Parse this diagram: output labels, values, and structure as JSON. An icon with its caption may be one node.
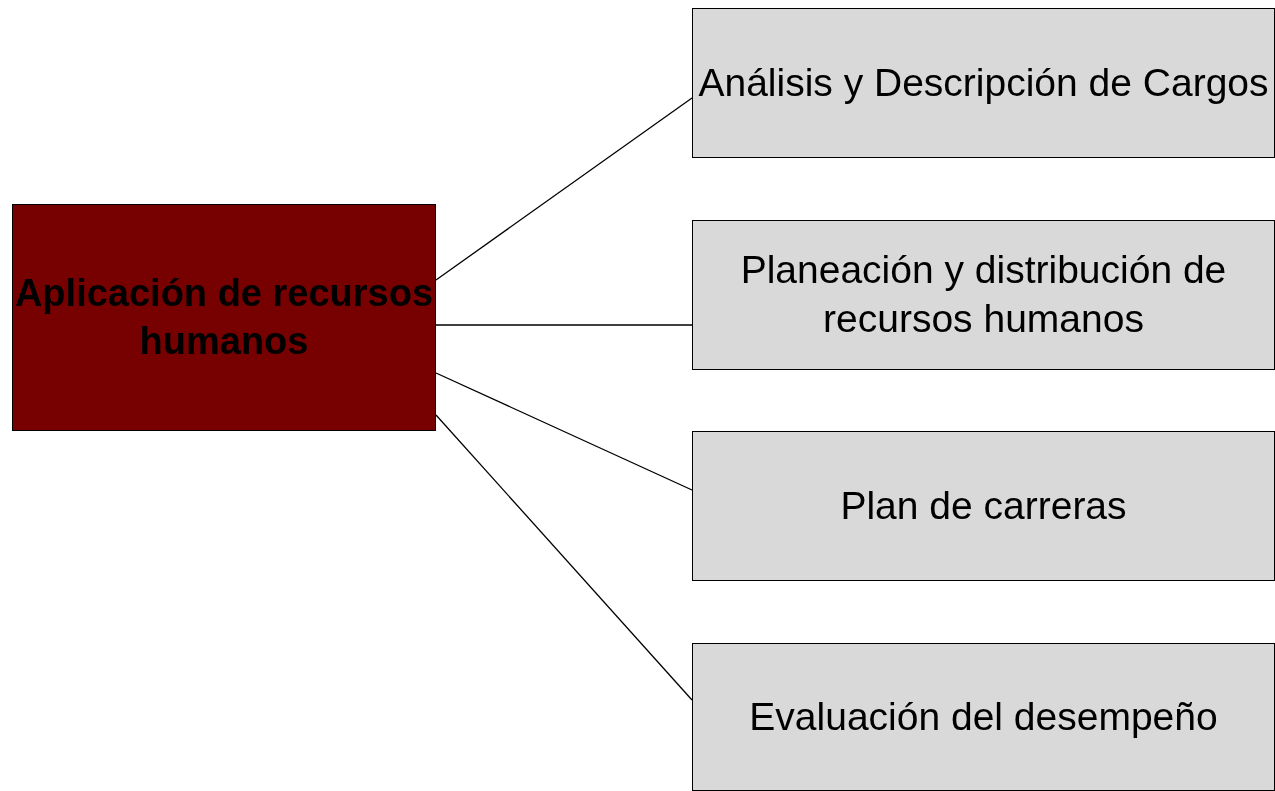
{
  "diagram": {
    "nodes": [
      {
        "text": [
          "Aplicación de recursos humanos"
        ]
      },
      {
        "text": [
          "Análisis y Descripción de Cargos"
        ]
      },
      {
        "text": [
          "Planeación y distribución de recursos humanos"
        ]
      },
      {
        "text": [
          "Plan de carreras"
        ]
      },
      {
        "text": [
          "Evaluación del desempeño"
        ]
      }
    ],
    "edges": [
      {
        "from": 0,
        "to": 1,
        "arrow": "none"
      },
      {
        "from": 0,
        "to": 2,
        "arrow": "none"
      },
      {
        "from": 0,
        "to": 3,
        "arrow": "none"
      },
      {
        "from": 0,
        "to": 4,
        "arrow": "none"
      }
    ]
  }
}
